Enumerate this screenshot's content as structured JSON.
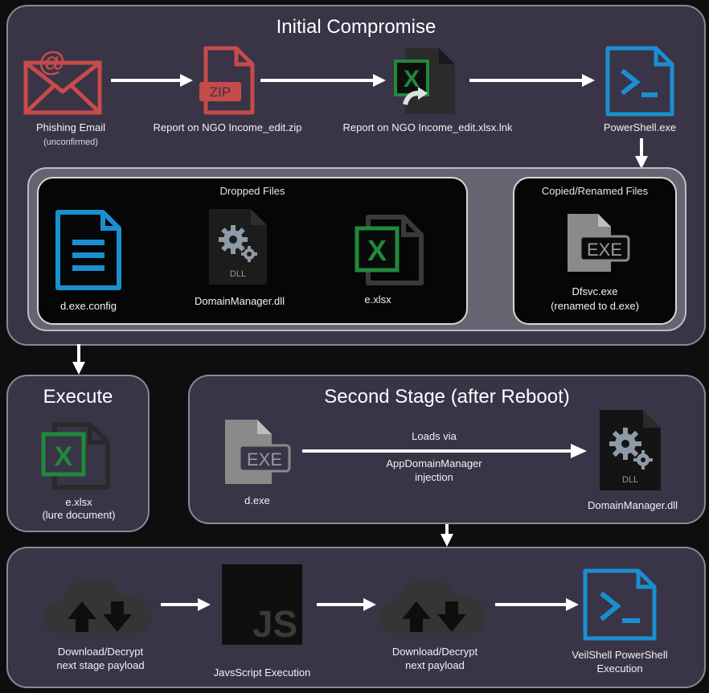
{
  "initial_compromise": {
    "title": "Initial Compromise",
    "phishing_email": {
      "label": "Phishing Email",
      "sub": "(unconfirmed)"
    },
    "zip": {
      "label": "Report on NGO Income_edit.zip",
      "badge": "ZIP"
    },
    "lnk": {
      "label": "Report on NGO Income_edit.xlsx.lnk"
    },
    "powershell": {
      "label": "PowerShell.exe"
    },
    "dropped": {
      "header": "Dropped Files",
      "config": {
        "label": "d.exe.config"
      },
      "dll": {
        "label": "DomainManager.dll",
        "badge": "DLL"
      },
      "xlsx": {
        "label": "e.xlsx"
      }
    },
    "copied": {
      "header": "Copied/Renamed Files",
      "badge": "EXE",
      "label": "Dfsvc.exe",
      "sub": "(renamed to d.exe)"
    }
  },
  "execute": {
    "title": "Execute",
    "label": "e.xlsx",
    "sub": "(lure document)"
  },
  "second_stage": {
    "title": "Second Stage (after Reboot)",
    "exe": {
      "label": "d.exe",
      "badge": "EXE"
    },
    "arrow_top": "Loads via",
    "arrow_bottom_1": "AppDomainManager",
    "arrow_bottom_2": "injection",
    "dll": {
      "label": "DomainManager.dll",
      "badge": "DLL"
    }
  },
  "bottom": {
    "download1": {
      "line1": "Download/Decrypt",
      "line2": "next stage payload"
    },
    "js": {
      "label": "JavsScript Execution",
      "badge": "JS"
    },
    "download2": {
      "line1": "Download/Decrypt",
      "line2": "next payload"
    },
    "veilshell": {
      "line1": "VeilShell PowerShell",
      "line2": "Execution"
    }
  },
  "colors": {
    "panel_bg": "#3a3447",
    "email_red": "#c64b4b",
    "zip_red": "#c64b4b",
    "excel_green": "#1e8a3c",
    "powershell_blue": "#1a8fd0",
    "config_blue": "#1a8fd0",
    "file_grey": "#8a8a8a",
    "cloud_grey": "#353535"
  }
}
